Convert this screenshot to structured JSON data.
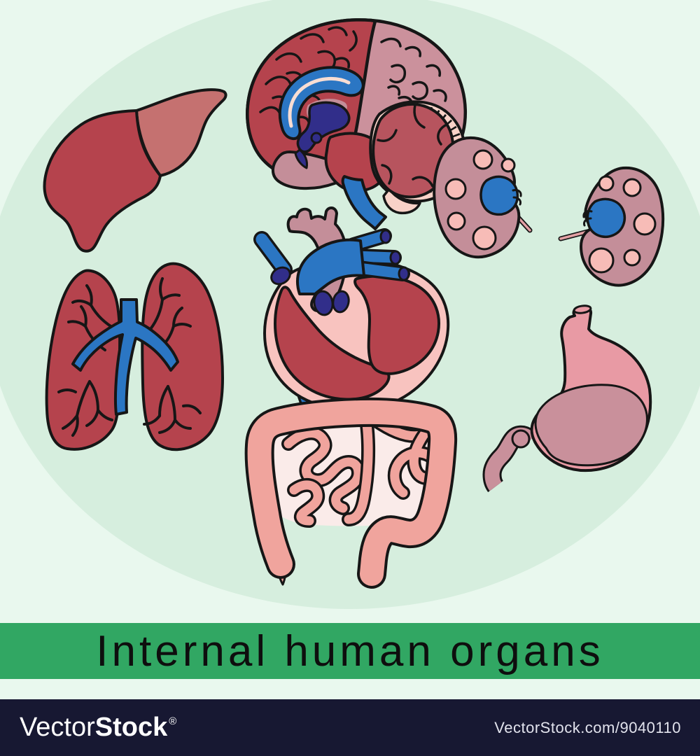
{
  "title": {
    "text": "Internal human organs"
  },
  "footer": {
    "brand_light": "Vector",
    "brand_bold": "Stock",
    "registered_mark": "®",
    "credit_url": "VectorStock.com/9040110"
  },
  "illustration": {
    "organs": [
      "liver",
      "brain",
      "kidney-left",
      "kidney-right",
      "lungs",
      "heart",
      "stomach",
      "intestines"
    ]
  },
  "palette": {
    "background": "#e9f8ee",
    "ellipse": "#d6eede",
    "banner_green": "#31a763",
    "footer_navy": "#171832",
    "organ_dark_red": "#b5434d",
    "organ_light_red": "#c57170",
    "organ_mauve": "#c48e99",
    "organ_pink_spot": "#f7bcb7",
    "heart_outer_pink": "#f8c3bf",
    "vessel_blue": "#2b76c3",
    "deep_blue_purple": "#312e8a",
    "brain_posterior_pink": "#cb919c",
    "cerebellum_pale": "#f8d2c8",
    "cerebellum_inner": "#b7545e",
    "stomach_pink": "#e89aa4",
    "stomach_mauve": "#c9909b",
    "intestine_salmon": "#f0a49d",
    "intestine_field": "#faebe9",
    "outline_black": "#161616",
    "title_text": "#0e0e0e",
    "footer_text": "#ffffff"
  }
}
